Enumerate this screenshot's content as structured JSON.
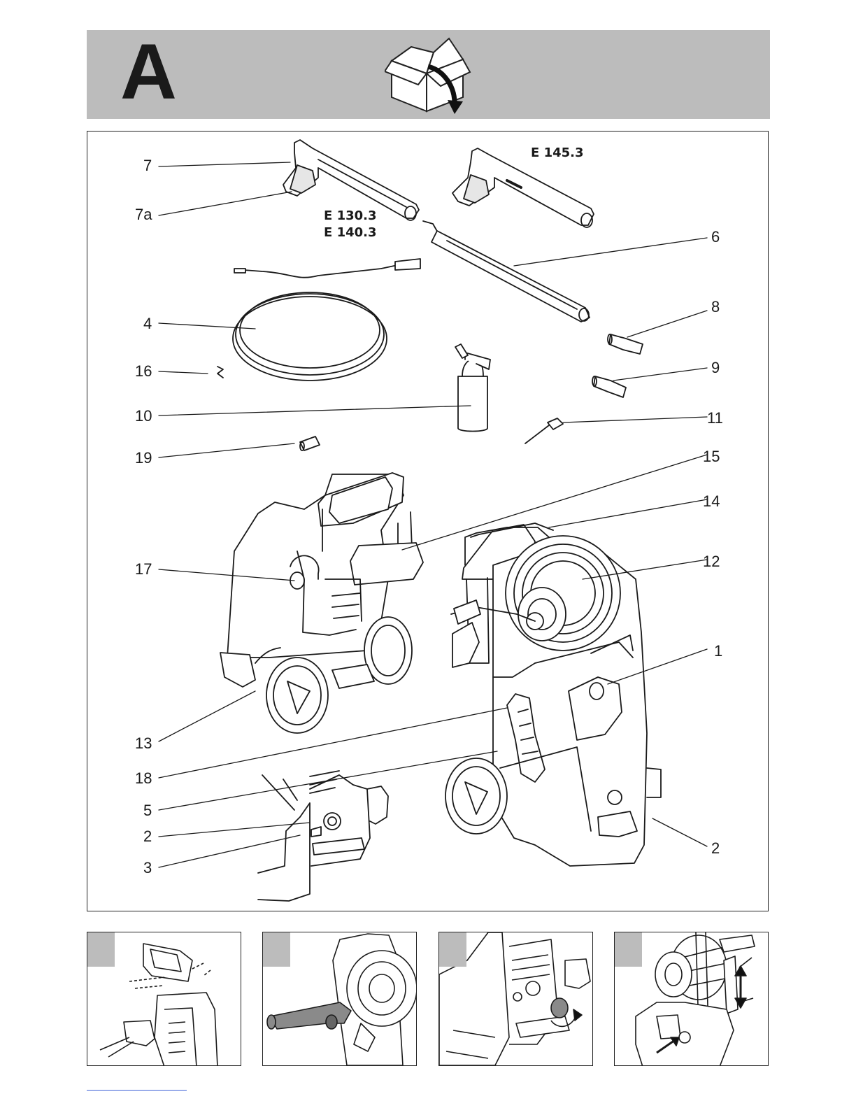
{
  "header": {
    "section_letter": "A"
  },
  "models": {
    "variant_a_line1": "E 130.3",
    "variant_a_line2": "E 140.3",
    "variant_b": "E 145.3"
  },
  "callouts": {
    "c7": "7",
    "c7a": "7a",
    "c6": "6",
    "c4": "4",
    "c8": "8",
    "c16": "16",
    "c9": "9",
    "c10": "10",
    "c11": "11",
    "c19": "19",
    "c15": "15",
    "c14": "14",
    "c17": "17",
    "c12": "12",
    "c1": "1",
    "c13": "13",
    "c18": "18",
    "c5": "5",
    "c2_left": "2",
    "c3": "3",
    "c2_right": "2"
  },
  "colors": {
    "header_bg": "#bcbcbc",
    "line": "#1a1a1a",
    "footer_rule": "#3b5fd6"
  }
}
